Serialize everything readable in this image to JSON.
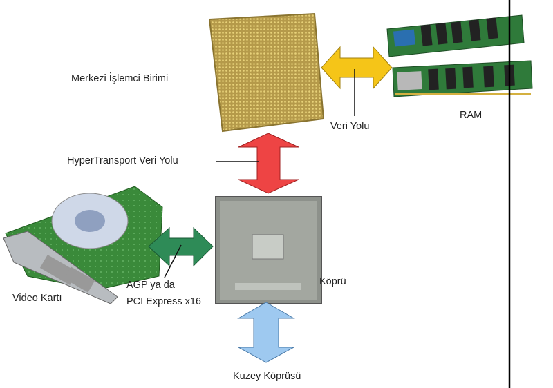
{
  "labels": {
    "cpu": "Merkezi İşlemci Birimi",
    "data_bus": "Veri Yolu",
    "ram": "RAM",
    "hypertransport": "HyperTransport Veri Yolu",
    "video_card": "Video Kartı",
    "agp_line1": "AGP ya da",
    "agp_line2": "PCI Express x16",
    "bridge": "Köprü",
    "northbridge": "Kuzey Köprüsü"
  },
  "colors": {
    "data_bus_arrow": "#f5c518",
    "hypertransport_arrow": "#ee4444",
    "agp_arrow": "#2e8b57",
    "northbridge_arrow": "#9ec9f0"
  }
}
